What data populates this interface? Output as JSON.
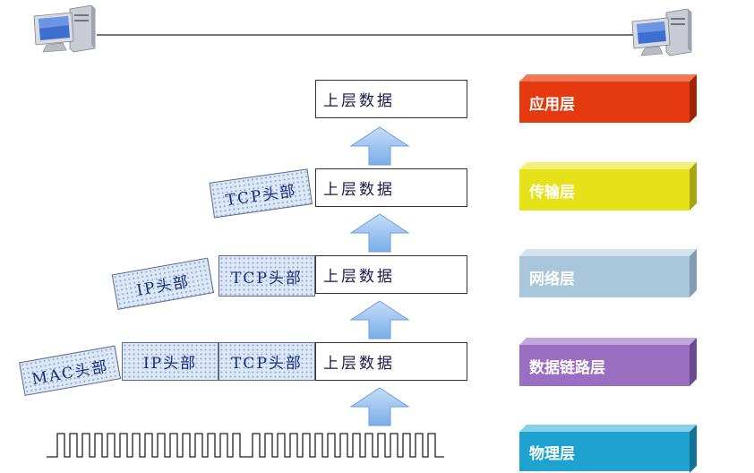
{
  "diagram": {
    "data_label": "上层数据",
    "tcp_header": "TCP头部",
    "ip_header": "IP头部",
    "mac_header": "MAC头部",
    "layers": [
      {
        "label": "应用层",
        "color": "#e53a0f"
      },
      {
        "label": "传输层",
        "color": "#e6e21a"
      },
      {
        "label": "网络层",
        "color": "#a9c6da"
      },
      {
        "label": "数据链路层",
        "color": "#9a6fc2"
      },
      {
        "label": "物理层",
        "color": "#1ea3d0"
      }
    ],
    "colors": {
      "arrow": "#8ab7ee",
      "header_fill": "#dde8f6",
      "header_text": "#1a2a7a"
    }
  }
}
